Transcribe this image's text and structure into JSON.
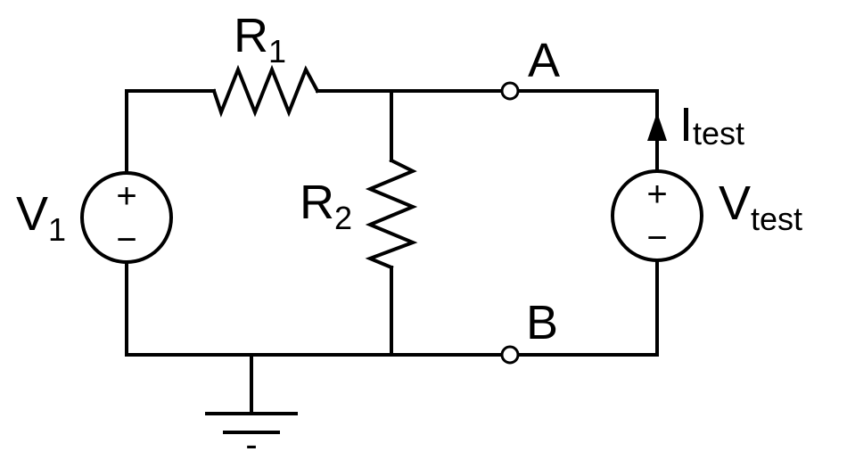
{
  "diagram": {
    "components": {
      "r1": {
        "name": "R",
        "subscript": "1"
      },
      "r2": {
        "name": "R",
        "subscript": "2"
      },
      "v1": {
        "name": "V",
        "subscript": "1",
        "plus": "+",
        "minus": "−"
      },
      "vtest": {
        "name": "V",
        "subscript": "test",
        "plus": "+",
        "minus": "−"
      },
      "itest": {
        "name": "I",
        "subscript": "test"
      }
    },
    "terminals": {
      "a": {
        "label": "A"
      },
      "b": {
        "label": "B"
      }
    },
    "ground": {
      "label": "-"
    }
  }
}
